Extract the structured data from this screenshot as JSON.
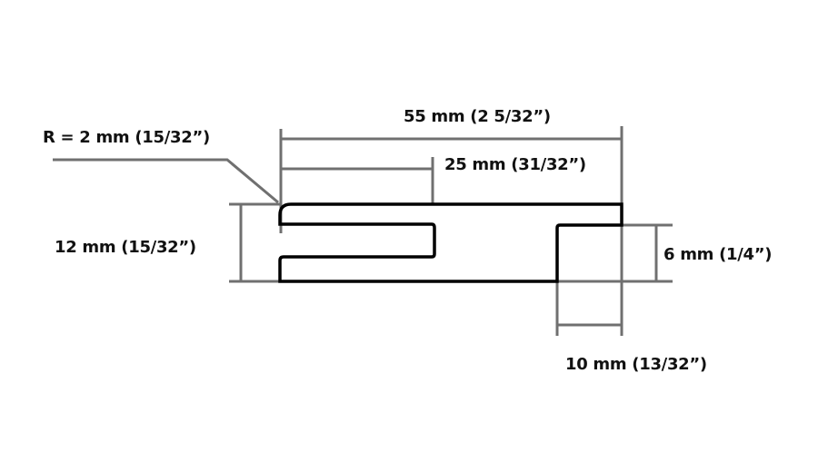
{
  "labels": {
    "overall_width": "55 mm (2 5/32”)",
    "radius": "R = 2 mm (15/32”)",
    "groove_depth": "25 mm (31/32”)",
    "thickness": "12 mm (15/32”)",
    "step_height": "6 mm (1/4”)",
    "step_width": "10 mm (13/32”)"
  },
  "colors": {
    "dimension_line": "#707070",
    "profile": "#000000"
  }
}
